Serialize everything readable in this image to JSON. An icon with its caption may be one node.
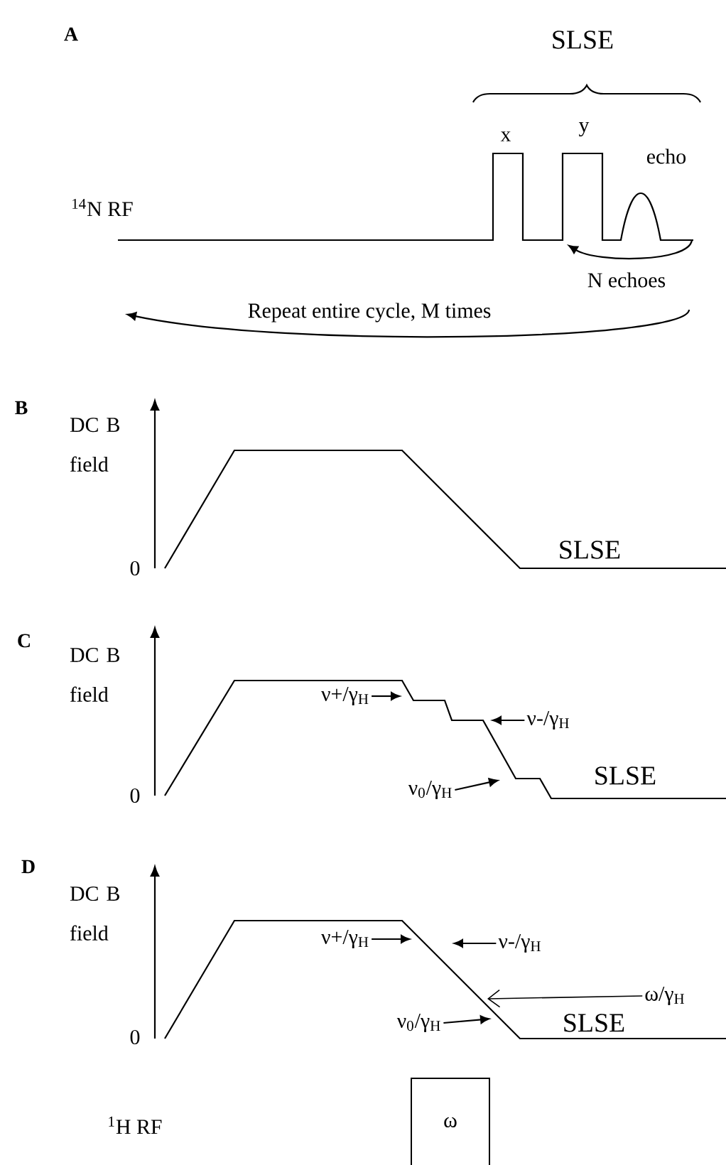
{
  "diagram": {
    "nodes": [
      {
        "text": [
          "ν+/γ$_{H}$"
        ]
      },
      {
        "text": [
          "ν-/γ$_{H}$"
        ]
      },
      {
        "text": [
          "ν$_{0}$/γ$_{H}$"
        ]
      },
      {
        "text": [
          "ν+/γ$_{H}$"
        ]
      },
      {
        "text": [
          "ν-/γ$_{H}$"
        ]
      },
      {
        "text": [
          "ν$_{0}$/γ$_{H}$"
        ]
      },
      {
        "text": [
          "ω/γ$_{H}$"
        ]
      },
      {
        "text": [
          "ω"
        ]
      }
    ],
    "edges": [
      {
        "from": 0,
        "to": null,
        "arrow": "to"
      },
      {
        "from": 1,
        "to": null,
        "arrow": "to"
      },
      {
        "from": 2,
        "to": null,
        "arrow": "to"
      },
      {
        "from": 3,
        "to": null,
        "arrow": "to"
      },
      {
        "from": 4,
        "to": null,
        "arrow": "to"
      },
      {
        "from": 5,
        "to": null,
        "arrow": "to"
      },
      {
        "from": 6,
        "to": null,
        "arrow": "to"
      }
    ],
    "labels": [
      "A",
      "SLSE",
      "x",
      "y",
      "echo",
      "$^{14}$N RF",
      "N echoes",
      "Repeat entire cycle, M times",
      "B",
      "DC B field",
      "0",
      "SLSE",
      "C",
      "DC B field",
      "0",
      "SLSE",
      "D",
      "DC B field",
      "0",
      "SLSE",
      "$^{1}$H RF"
    ]
  }
}
